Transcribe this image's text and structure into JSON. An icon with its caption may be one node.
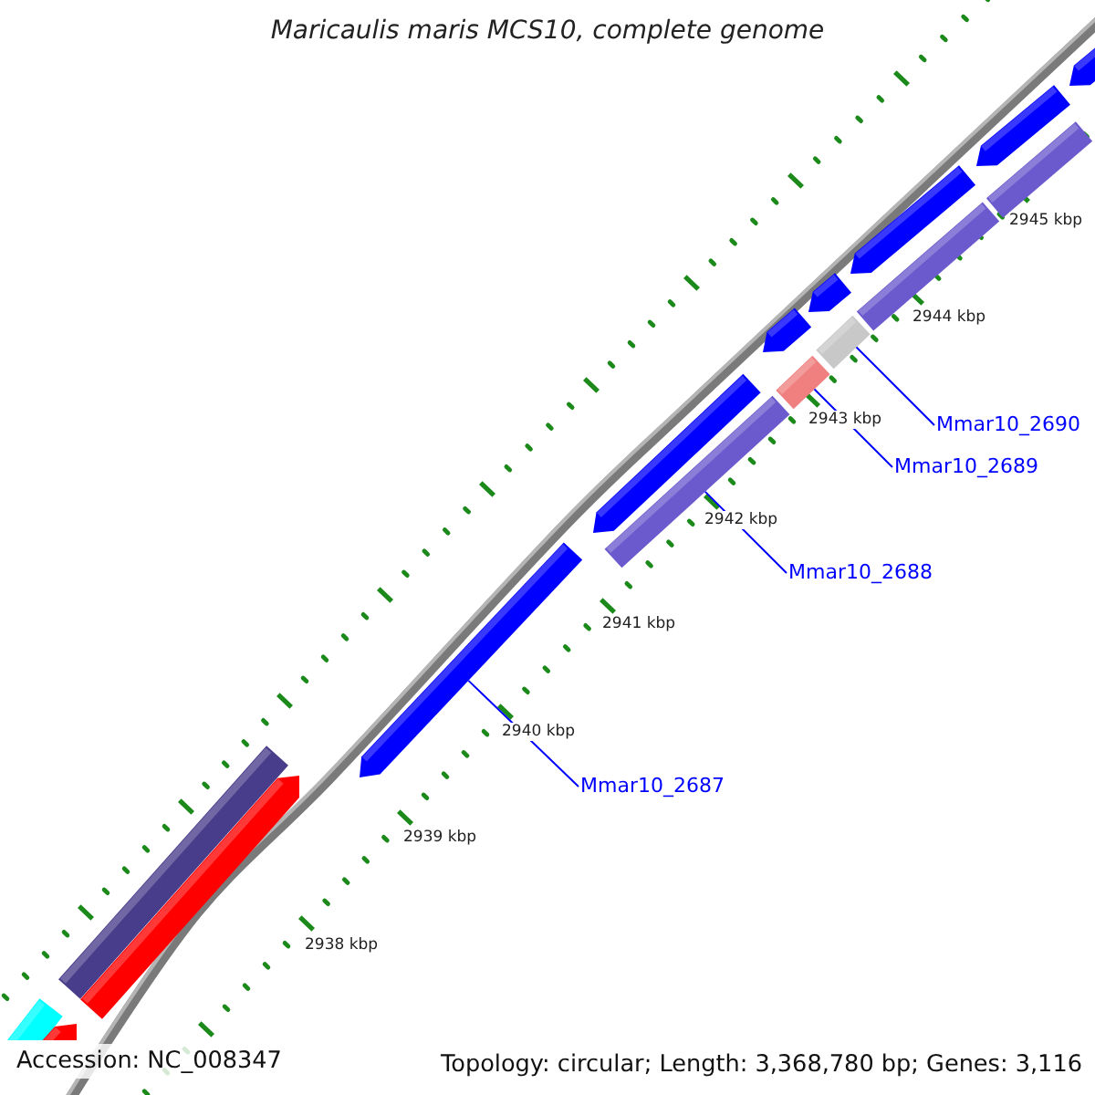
{
  "diagram": {
    "title": "Maricaulis maris MCS10, complete genome",
    "nodes": [
      {
        "text": [],
        "shape": "bar"
      },
      {
        "text": [],
        "shape": "bar"
      },
      {
        "text": [],
        "shape": "bar"
      },
      {
        "text": [],
        "shape": "bar"
      },
      {
        "text": [],
        "shape": "bar"
      },
      {
        "text": [],
        "shape": "bar"
      },
      {
        "text": [],
        "shape": "bar"
      },
      {
        "text": [],
        "shape": "bar"
      },
      {
        "text": [],
        "shape": "bar"
      },
      {
        "text": [],
        "shape": "bar"
      },
      {
        "text": [],
        "shape": "bar"
      },
      {
        "text": [],
        "shape": "bar"
      },
      {
        "text": [],
        "shape": "bar"
      },
      {
        "text": [],
        "shape": "bar"
      },
      {
        "text": [],
        "shape": "bar"
      },
      {
        "text": [],
        "shape": "bar"
      },
      {
        "text": [
          "Mmar10_2687"
        ]
      },
      {
        "text": [
          "Mmar10_2688"
        ]
      },
      {
        "text": [
          "Mmar10_2689"
        ]
      },
      {
        "text": [
          "Mmar10_2690"
        ]
      }
    ],
    "edges": [
      {
        "from": 16,
        "to": 4,
        "arrow": "none"
      },
      {
        "from": 17,
        "to": 6,
        "arrow": "none"
      },
      {
        "from": 18,
        "to": 8,
        "arrow": "none"
      },
      {
        "from": 19,
        "to": 10,
        "arrow": "none"
      }
    ],
    "labels": [
      "2945 kbp",
      "2944 kbp",
      "2943 kbp",
      "2942 kbp",
      "2941 kbp",
      "2940 kbp",
      "2939 kbp",
      "2938 kbp",
      "Accession: NC_008347",
      "Topology: circular; Length: 3,368,780 bp; Genes: 3,116"
    ]
  }
}
